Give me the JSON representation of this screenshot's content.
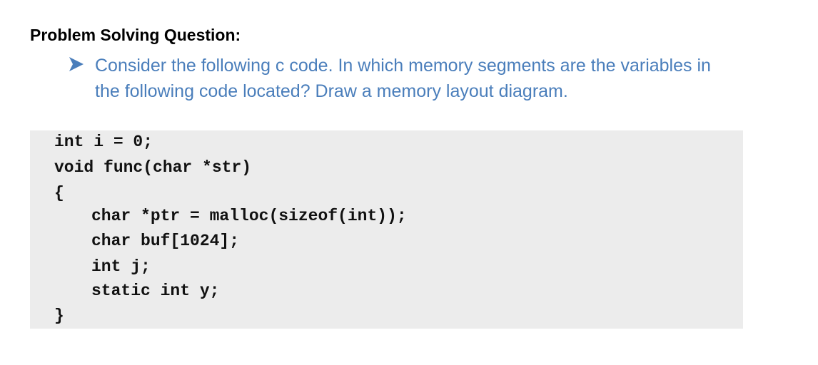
{
  "heading": "Problem Solving Question:",
  "question": {
    "bullet_icon": "arrowhead-bullet-icon",
    "line1": "Consider the following c code. In which memory segments are the variables in",
    "line2": "the following code located? Draw a memory layout diagram."
  },
  "code": {
    "lines": [
      "int i = 0;",
      "void func(char *str)",
      "{",
      "char *ptr = malloc(sizeof(int));",
      "char buf[1024];",
      "int j;",
      "static int y;",
      "}"
    ]
  },
  "colors": {
    "question_text": "#4a7ebb",
    "code_background": "#ececec"
  }
}
